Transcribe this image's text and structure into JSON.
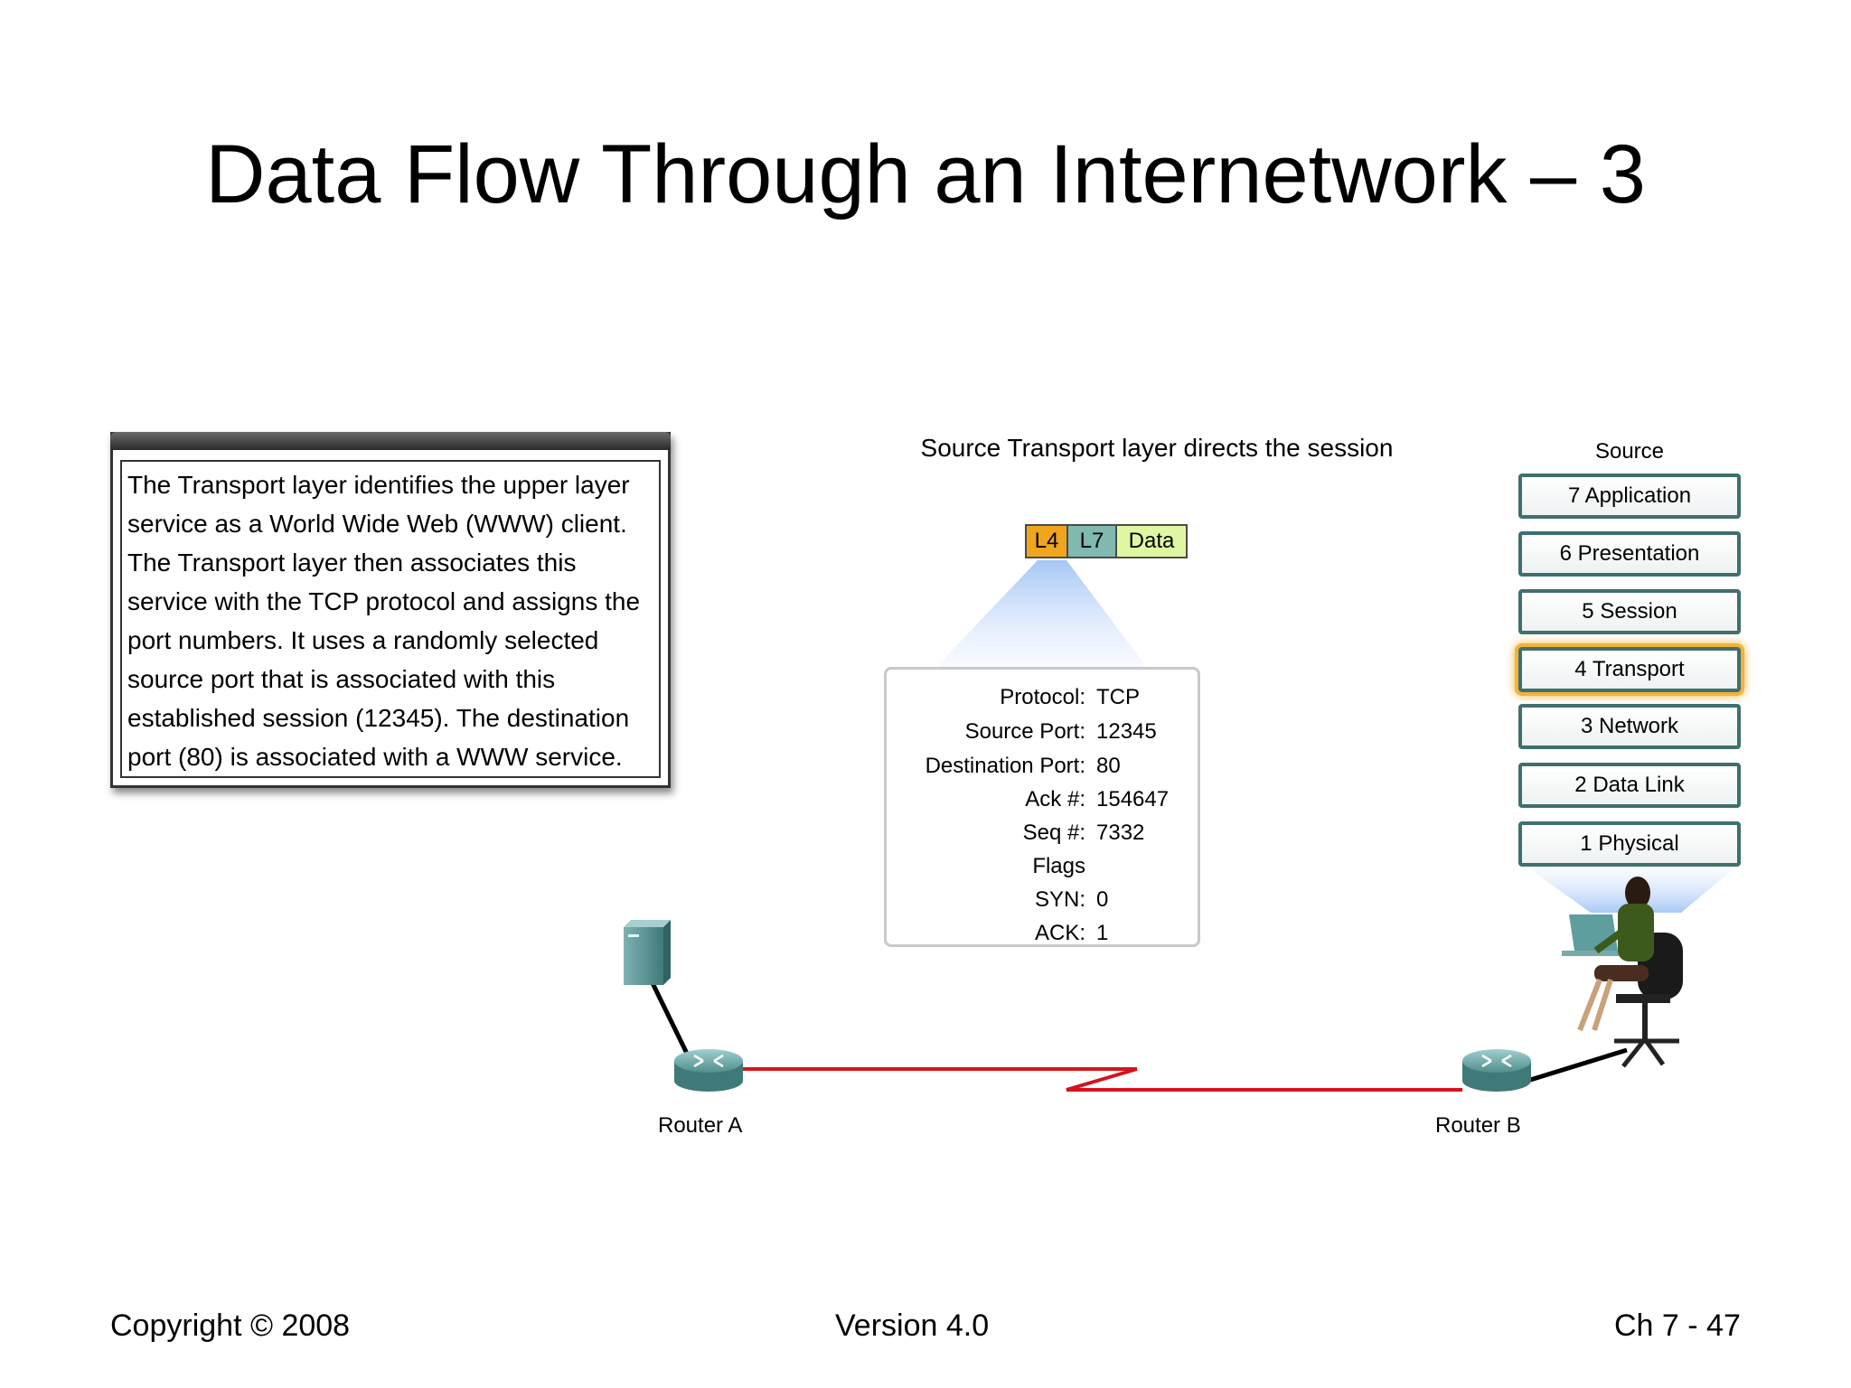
{
  "title": "Data Flow Through an Internetwork – 3",
  "description_lines": [
    "The Transport layer identifies the upper layer",
    "service as a World Wide Web (WWW) client.",
    "The Transport layer then associates this",
    "service with the TCP protocol and assigns the",
    "port numbers. It uses a randomly selected",
    "source port that is associated with this",
    "established session (12345). The destination",
    "port (80) is associated with a WWW service."
  ],
  "diagram_caption": "Source Transport layer directs the session",
  "header_boxes": {
    "l4": "L4",
    "l7": "L7",
    "data": "Data"
  },
  "segment_info": [
    {
      "key": "Protocol:",
      "value": "TCP"
    },
    {
      "key": "Source Port:",
      "value": "12345"
    },
    {
      "key": "Destination Port:",
      "value": "80"
    },
    {
      "key": "Ack #:",
      "value": "154647"
    },
    {
      "key": "Seq #:",
      "value": "7332"
    },
    {
      "key": "Flags",
      "value": ""
    },
    {
      "key": "SYN:",
      "value": "0"
    },
    {
      "key": "ACK:",
      "value": "1"
    }
  ],
  "stack": {
    "title": "Source",
    "layers": [
      "7 Application",
      "6 Presentation",
      "5 Session",
      "4 Transport",
      "3 Network",
      "2 Data Link",
      "1 Physical"
    ],
    "active_layer": "4 Transport"
  },
  "routers": {
    "a": "Router A",
    "b": "Router B"
  },
  "footer": {
    "left": "Copyright © 2008",
    "center": "Version 4.0",
    "right": "Ch 7 - 47"
  },
  "colors": {
    "l4": "#f0a51e",
    "l7": "#7fb9b0",
    "data": "#dff7a2",
    "link": "#d4141c",
    "router": "#5f9ea0",
    "highlight": "#f2b33a"
  }
}
